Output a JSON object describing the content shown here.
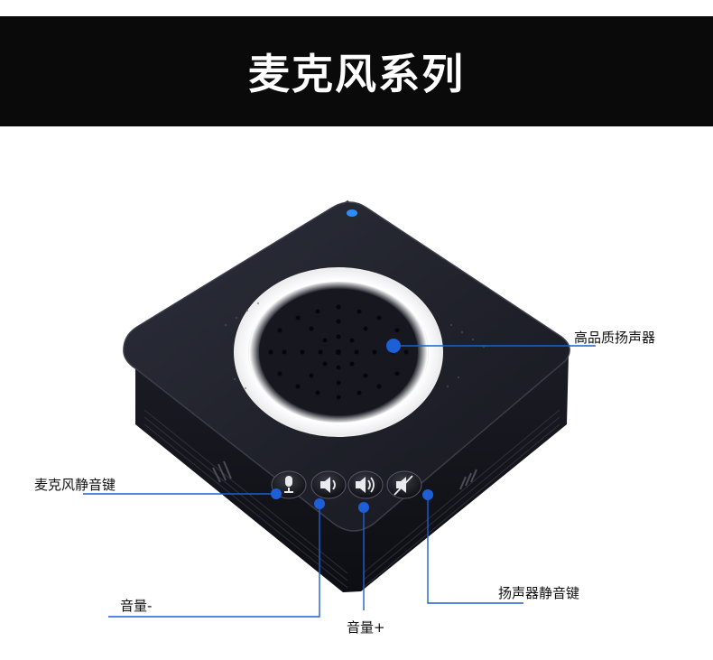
{
  "banner": {
    "title": "麦克风系列"
  },
  "callouts": {
    "speaker": "高品质扬声器",
    "mic_mute": "麦克风静音键",
    "volume_down": "音量-",
    "volume_up": "音量+",
    "speaker_mute": "扬声器静音键"
  },
  "colors": {
    "banner_bg": "#0a0a0a",
    "device_body": "#1f2029",
    "ring_light": "#ffffff",
    "callout_line": "#1c5fd6",
    "indicator": "#2f8cff"
  },
  "icons": {
    "mic_mute_button": "mic-icon",
    "volume_down_button": "speaker-low-icon",
    "volume_up_button": "speaker-high-icon",
    "speaker_mute_button": "speaker-muted-icon"
  }
}
